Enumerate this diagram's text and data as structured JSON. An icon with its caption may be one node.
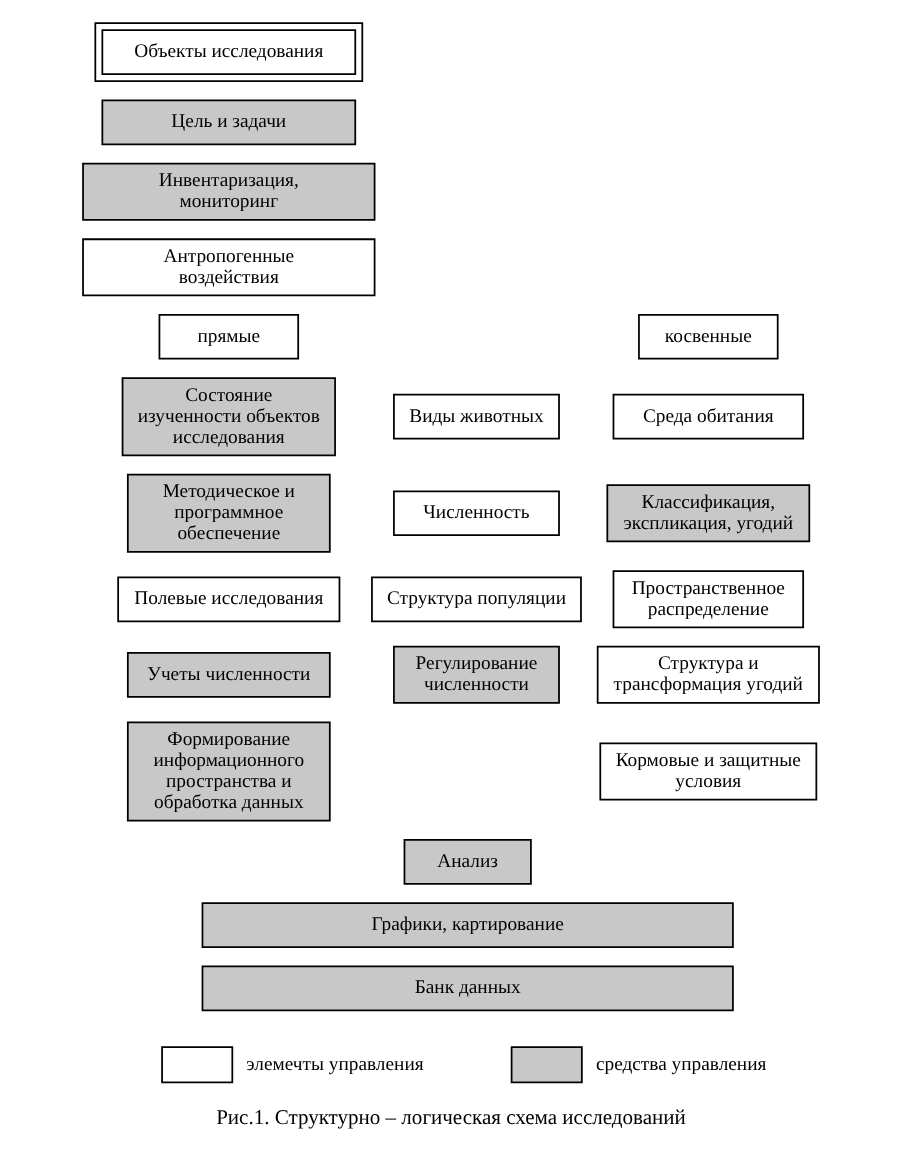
{
  "diagram": {
    "caption": "Рис.1. Структурно – логическая схема исследований",
    "nodes": [
      {
        "text": [
          "Объекты исследования"
        ]
      },
      {
        "text": [
          "Цель и задачи"
        ]
      },
      {
        "text": [
          "Инвентаризация, мониторинг"
        ]
      },
      {
        "text": [
          "Антропогенные воздействия"
        ]
      },
      {
        "text": [
          "прямые"
        ]
      },
      {
        "text": [
          "косвенные"
        ]
      },
      {
        "text": [
          "Состояние изученности объектов исследования"
        ]
      },
      {
        "text": [
          "Виды животных"
        ]
      },
      {
        "text": [
          "Среда обитания"
        ]
      },
      {
        "text": [
          "Методическое и программное обеспечение"
        ]
      },
      {
        "text": [
          "Численность"
        ]
      },
      {
        "text": [
          "Классификация, экспликация, угодий"
        ]
      },
      {
        "text": [
          "Полевые исследования"
        ]
      },
      {
        "text": [
          "Структура популяции"
        ]
      },
      {
        "text": [
          "Пространственное распределение"
        ]
      },
      {
        "text": [
          "Учеты численности"
        ]
      },
      {
        "text": [
          "Регулирование численности"
        ]
      },
      {
        "text": [
          "Структура и трансформация угодий"
        ]
      },
      {
        "text": [
          "Формирование информационного пространства и обработка данных"
        ]
      },
      {
        "text": [
          "Кормовые и защитные условия"
        ]
      },
      {
        "text": [
          "Анализ"
        ]
      },
      {
        "text": [
          "Графики, картирование"
        ]
      },
      {
        "text": [
          "Банк данных"
        ]
      }
    ],
    "edges": [],
    "legend": [
      {
        "text": "элемечты управления",
        "color": "#ffffff"
      },
      {
        "text": "средства управления",
        "color": "#c8c8c8"
      }
    ]
  }
}
